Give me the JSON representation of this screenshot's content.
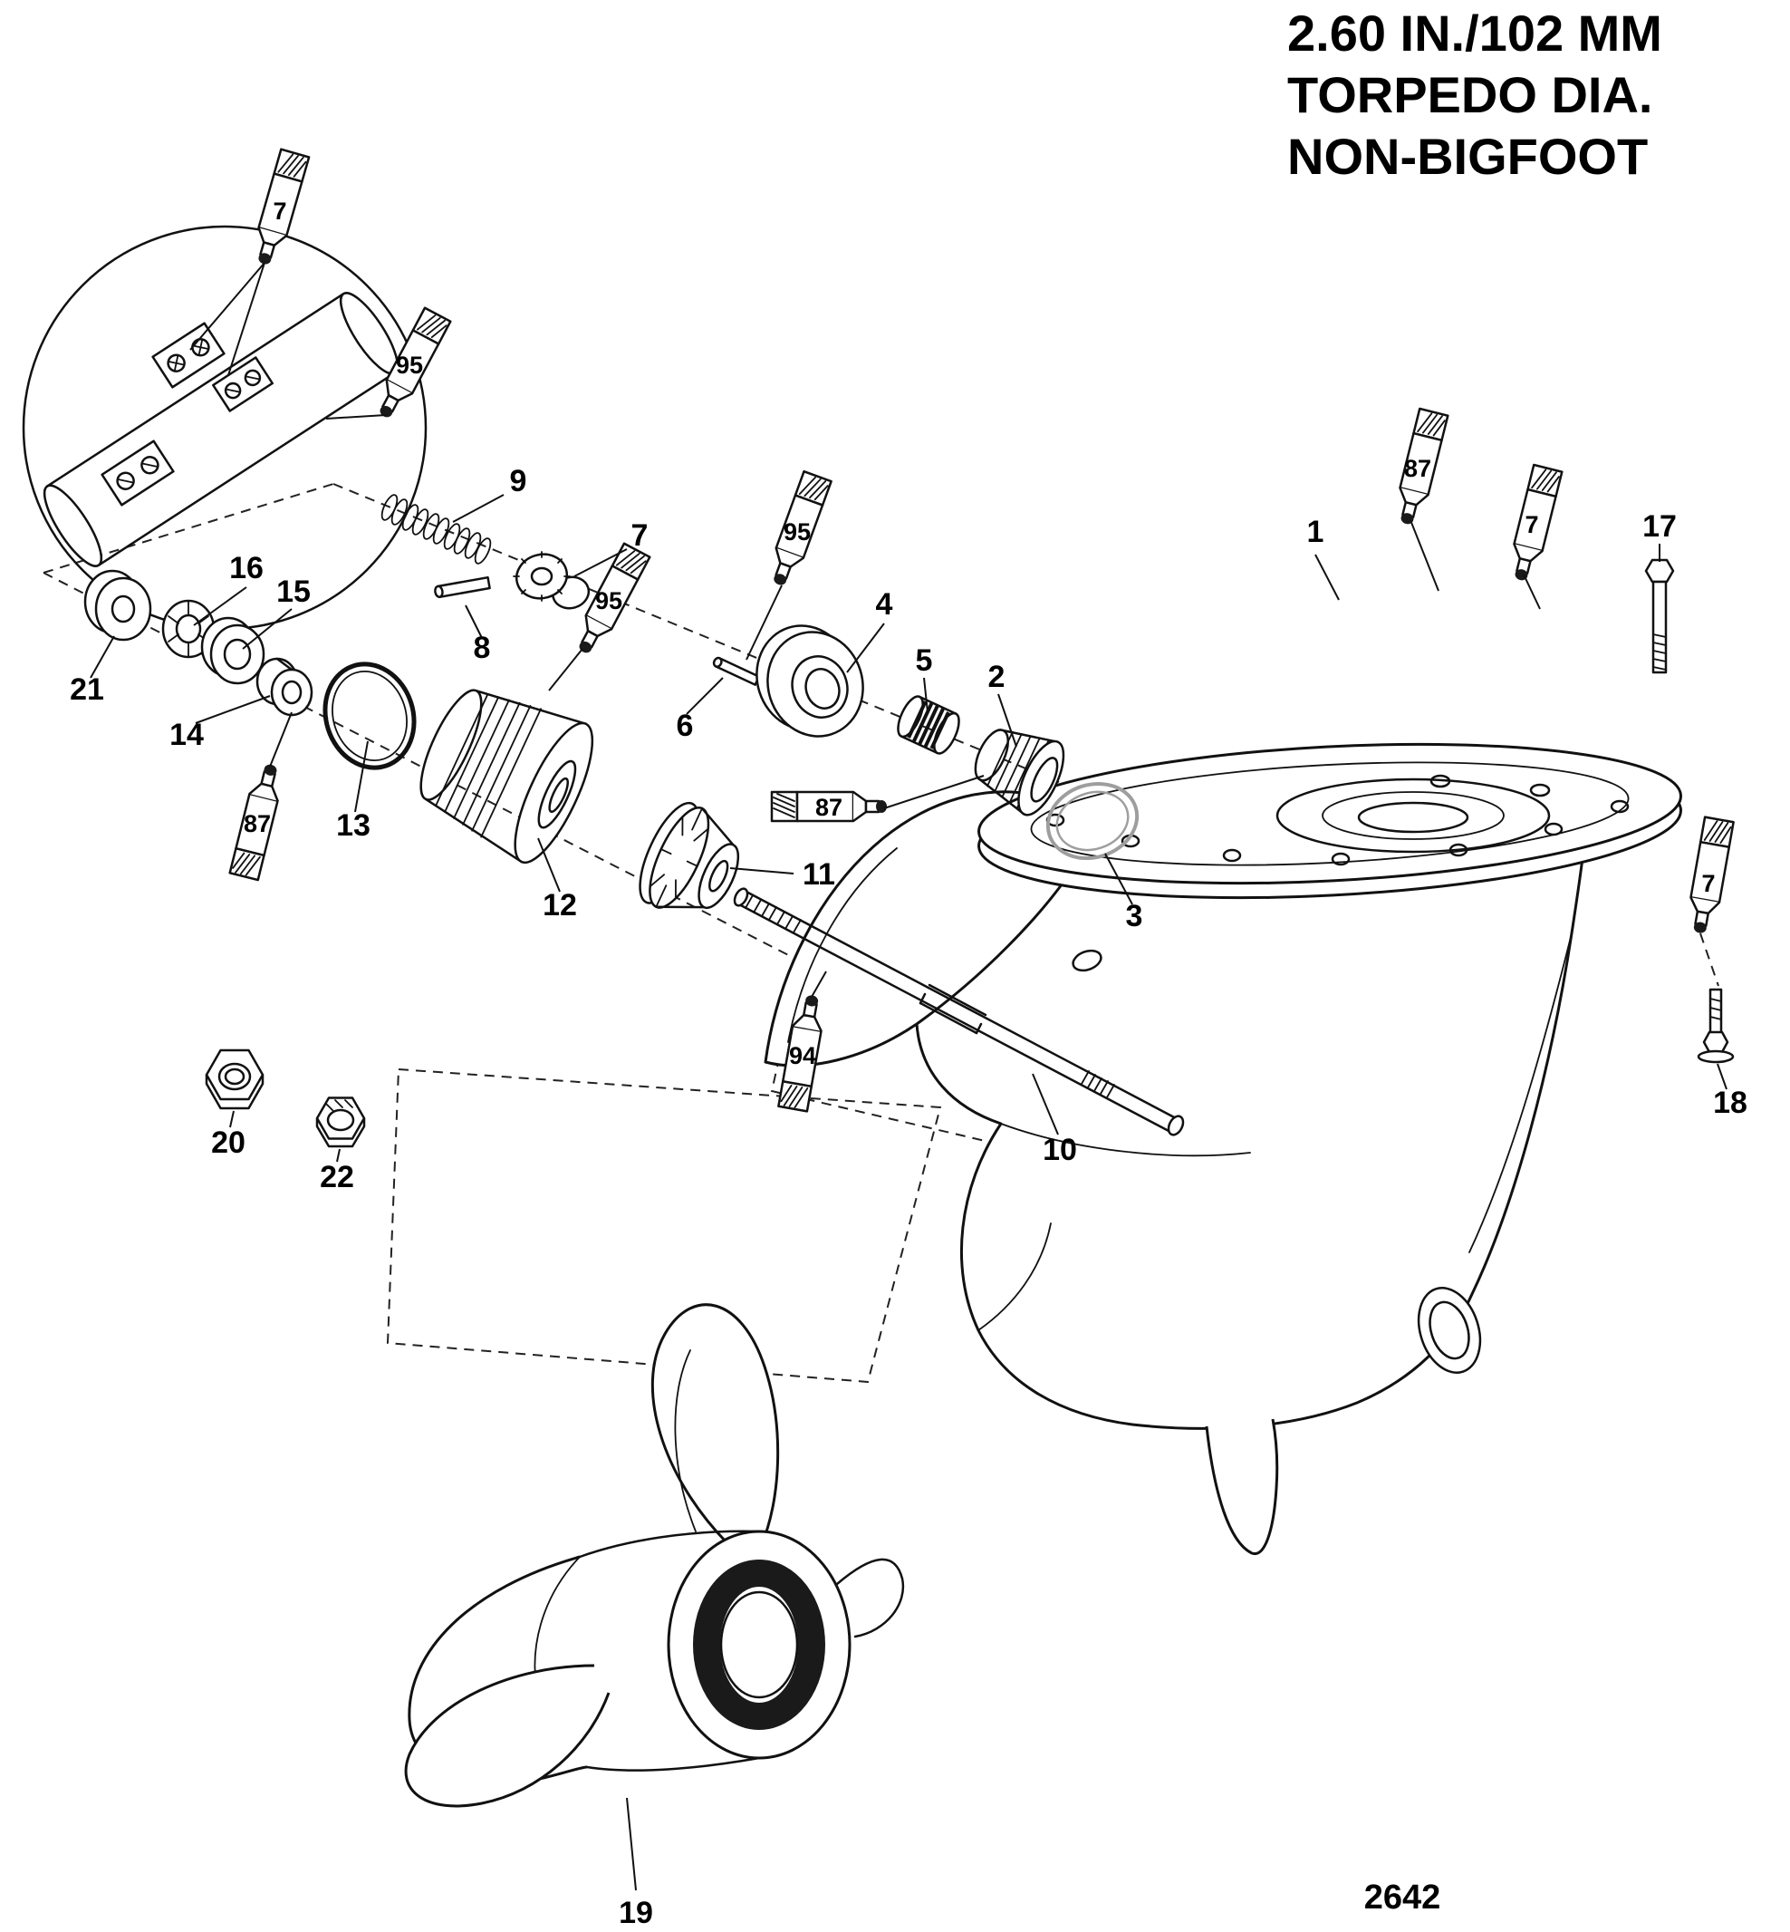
{
  "title": {
    "line1": "2.60 IN./102 MM",
    "line2": "TORPEDO DIA.",
    "line3": "NON-BIGFOOT"
  },
  "figure_number": "2642",
  "callouts": {
    "c1": "1",
    "c2": "2",
    "c3": "3",
    "c4": "4",
    "c5": "5",
    "c6": "6",
    "c7": "7",
    "c8": "8",
    "c9": "9",
    "c10": "10",
    "c11": "11",
    "c12": "12",
    "c13": "13",
    "c14": "14",
    "c15": "15",
    "c16": "16",
    "c17": "17",
    "c18": "18",
    "c19": "19",
    "c20": "20",
    "c21": "21",
    "c22": "22"
  },
  "tube_labels": {
    "t7_top": "7",
    "t95_top": "95",
    "t95_mid": "95",
    "t95_right": "95",
    "t87_right": "87",
    "t7_right": "7",
    "t87_left": "87",
    "t87_mid": "87",
    "t94": "94",
    "t7_far_right": "7"
  },
  "colors": {
    "line": "#111111",
    "ring_gray": "#9e9e9e",
    "background": "#ffffff"
  }
}
